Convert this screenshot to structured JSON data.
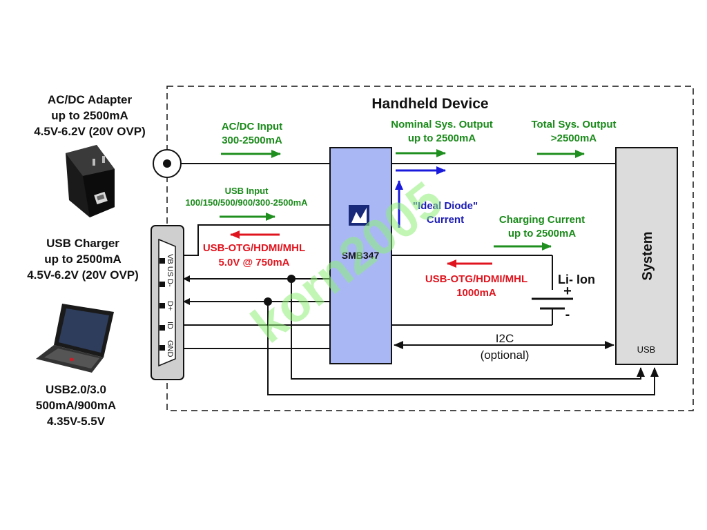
{
  "title": "Handheld Device",
  "adapter": {
    "name": "AC/DC Adapter",
    "current": "up to 2500mA",
    "voltage": "4.5V-6.2V (20V OVP)"
  },
  "usb_charger": {
    "name": "USB Charger",
    "current": "up to 2500mA",
    "voltage": "4.5V-6.2V (20V OVP)"
  },
  "usb_host": {
    "name": "USB2.0/3.0",
    "current": "500mA/900mA",
    "voltage": "4.35V-5.5V"
  },
  "connector_pins": [
    "VB US",
    "D-",
    "D+",
    "ID",
    "GND"
  ],
  "labels": {
    "acdc_input_1": "AC/DC Input",
    "acdc_input_2": "300-2500mA",
    "usb_input_1": "USB Input",
    "usb_input_2": "100/150/500/900/300-2500mA",
    "otg_1": "USB-OTG/HDMI/MHL",
    "otg_2": "5.0V @ 750mA",
    "nominal_1": "Nominal Sys. Output",
    "nominal_2": "up to 2500mA",
    "total_1": "Total Sys. Output",
    "total_2": ">2500mA",
    "ideal_1": "\"Ideal Diode\"",
    "ideal_2": "Current",
    "charging_1": "Charging Current",
    "charging_2": "up to 2500mA",
    "batt_otg_1": "USB-OTG/HDMI/MHL",
    "batt_otg_2": "1000mA",
    "battery": "Li- Ion",
    "plus": "+",
    "minus": "-",
    "i2c_1": "I2C",
    "i2c_2": "(optional)"
  },
  "chip": {
    "name": "SMB347"
  },
  "system": {
    "name": "System",
    "usb": "USB"
  },
  "watermark": "korn2005",
  "colors": {
    "chip_fill": "#a9b8f5",
    "system_fill": "#dcdcdc",
    "green": "#1a8a1a",
    "red": "#e0141e",
    "blue": "#1a1ab4"
  }
}
